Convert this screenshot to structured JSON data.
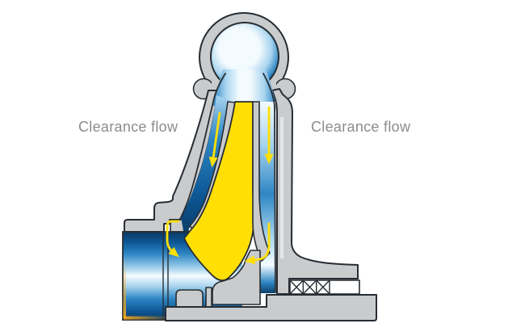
{
  "labels": {
    "clearance_left": "Clearance flow",
    "clearance_right": "Clearance flow"
  },
  "figure": {
    "type": "pump-cross-section-diagram",
    "parts": [
      "casing",
      "impeller",
      "front-shroud",
      "back-shroud",
      "suction-pipe",
      "wear-ring-step",
      "hub",
      "shaft",
      "shaft-seal-packing"
    ],
    "flow_arrows": [
      "left-downward",
      "right-downward",
      "left-wear-ring-hook",
      "right-back-clearance-curve"
    ]
  },
  "colors": {
    "background": "#ffffff",
    "casing": "#c9cbcd",
    "outline": "#272d33",
    "impeller_yellow": "#ffdf04",
    "arrow_yellow": "#ffdf04",
    "label_gray": "#8c8c8c",
    "flow_white": "#f4fbff",
    "flow_light": "#a8d4ee",
    "flow_mid": "#2e86c4",
    "flow_deep": "#0d5795",
    "flow_navy": "#0a3a62",
    "glow_orange": "#f2a71f"
  }
}
